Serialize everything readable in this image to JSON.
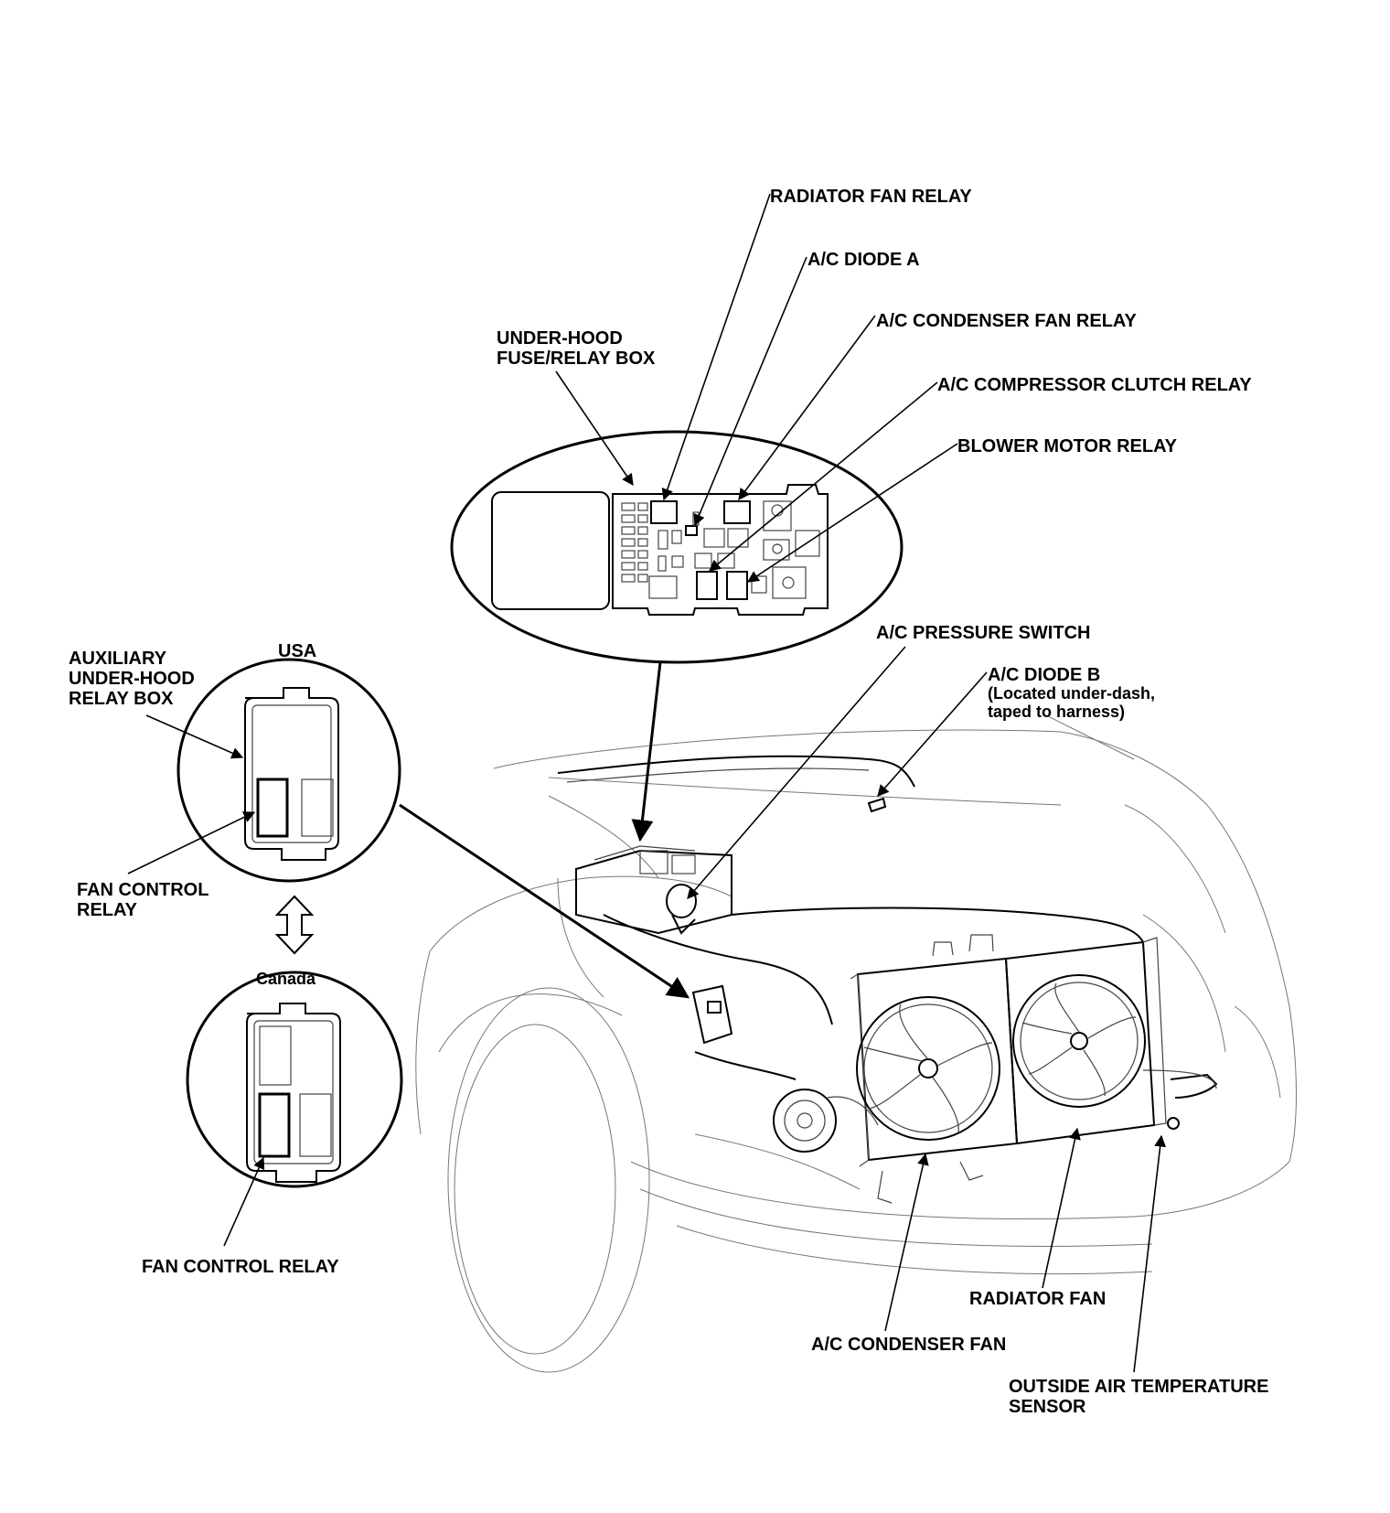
{
  "labels": {
    "radiator_fan_relay": "RADIATOR FAN RELAY",
    "ac_diode_a": "A/C DIODE A",
    "ac_condenser_fan_relay": "A/C CONDENSER FAN RELAY",
    "under_hood_box_line1": "UNDER-HOOD",
    "under_hood_box_line2": "FUSE/RELAY BOX",
    "ac_compressor_clutch_relay": "A/C COMPRESSOR CLUTCH RELAY",
    "blower_motor_relay": "BLOWER MOTOR RELAY",
    "ac_pressure_switch": "A/C PRESSURE SWITCH",
    "ac_diode_b_line1": "A/C DIODE B",
    "ac_diode_b_line2": "(Located under-dash,",
    "ac_diode_b_line3": "taped to harness)",
    "aux_box_line1": "AUXILIARY",
    "aux_box_line2": "UNDER-HOOD",
    "aux_box_line3": "RELAY BOX",
    "usa": "USA",
    "fan_control_relay_usa_line1": "FAN CONTROL",
    "fan_control_relay_usa_line2": "RELAY",
    "canada": "Canada",
    "fan_control_relay_canada": "FAN CONTROL RELAY",
    "radiator_fan": "RADIATOR FAN",
    "ac_condenser_fan": "A/C CONDENSER FAN",
    "outside_air_temp_line1": "OUTSIDE AIR TEMPERATURE",
    "outside_air_temp_line2": "SENSOR"
  },
  "icons": {
    "swap_arrow": "double-headed-arrow-icon"
  },
  "colors": {
    "ink": "#000000",
    "background": "#ffffff"
  }
}
